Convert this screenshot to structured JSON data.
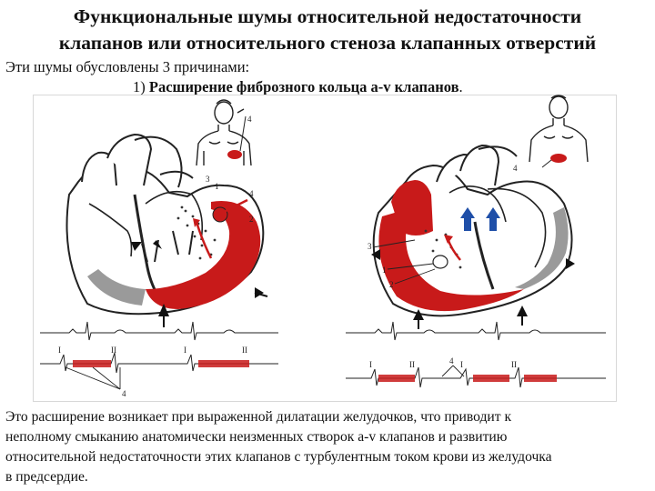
{
  "title_line1": "Функциональные шумы относительной недостаточности",
  "title_line2": "клапанов или относительного стеноза клапанных отверстий",
  "intro": "Эти шумы обусловлены 3 причинами:",
  "cause_number": "1)",
  "cause_text": "Расширение фиброзного кольца а-v клапанов",
  "cause_end": ".",
  "body_lines": [
    "Это расширение возникает при выраженной дилатации желудочков, что приводит к",
    "неполному смыканию анатомически неизменных створок а-v клапанов и развитию",
    "относительной недостаточности этих клапанов с турбулентным током крови из желудочка",
    "в предсердие."
  ],
  "figure": {
    "left": {
      "labels": [
        "4",
        "3",
        "4",
        "2",
        "1",
        "4",
        "I",
        "II",
        "I",
        "II"
      ]
    },
    "right": {
      "labels": [
        "4",
        "3",
        "1",
        "2",
        "4",
        "I",
        "II",
        "I",
        "II"
      ]
    }
  },
  "colors": {
    "blood": "#c81a1a",
    "ink": "#1a1a1a",
    "paper": "#ffffff"
  }
}
